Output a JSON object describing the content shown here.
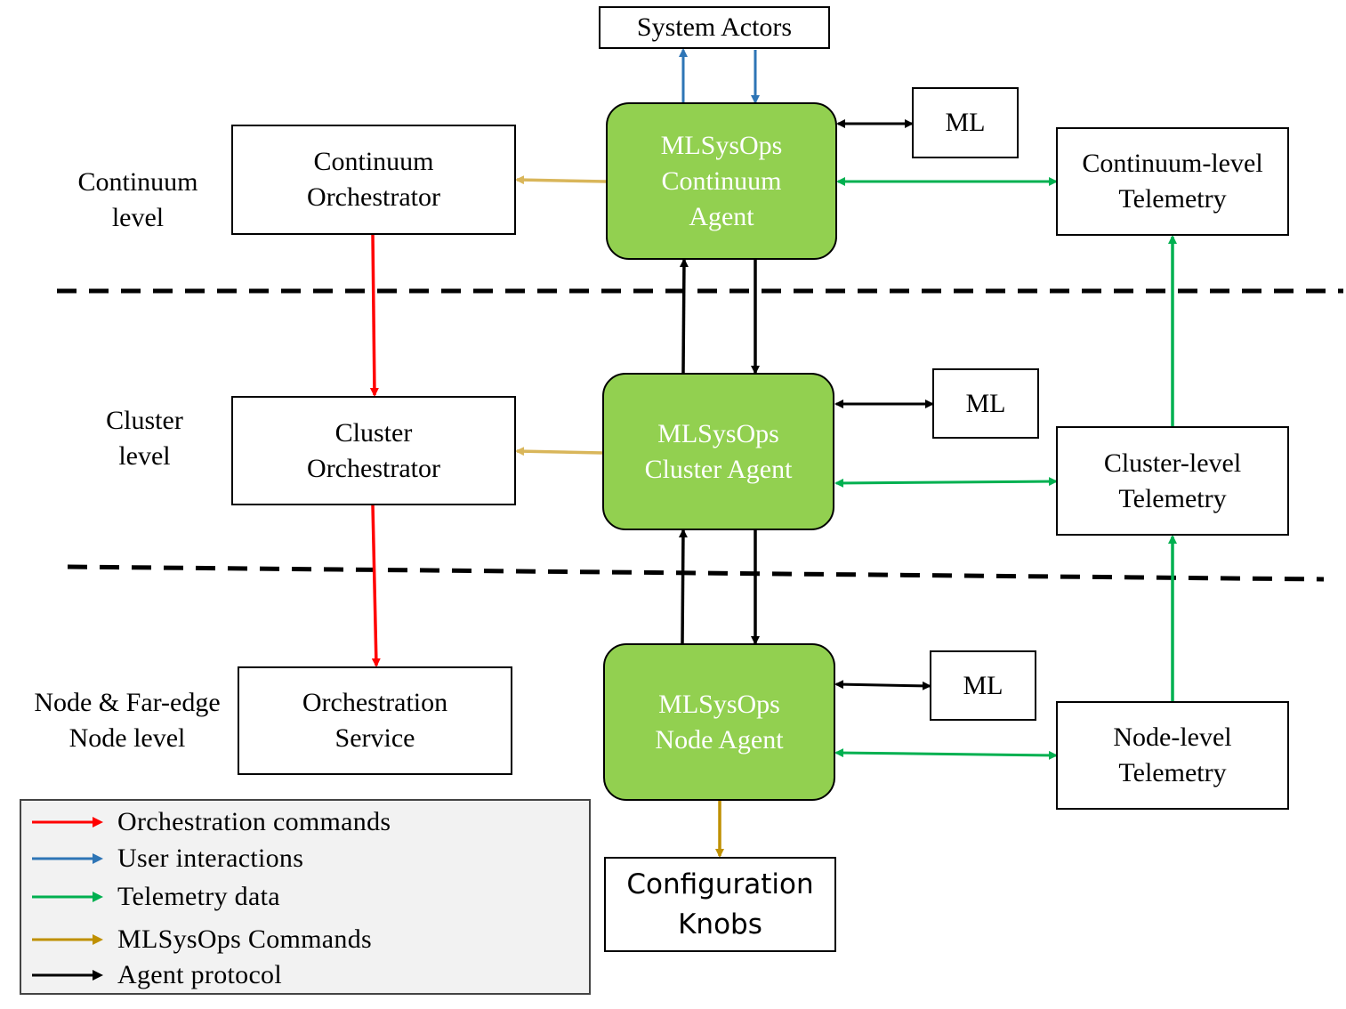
{
  "diagram": {
    "levels": {
      "continuum": "Continuum\nlevel",
      "cluster": "Cluster\nlevel",
      "node": "Node & Far-edge\nNode level"
    },
    "boxes": {
      "system_actors": "System Actors",
      "continuum_orchestrator": "Continuum\nOrchestrator",
      "cluster_orchestrator": "Cluster\nOrchestrator",
      "orchestration_service": "Orchestration\nService",
      "ml_continuum": "ML",
      "ml_cluster": "ML",
      "ml_node": "ML",
      "continuum_telemetry": "Continuum-level\nTelemetry",
      "cluster_telemetry": "Cluster-level\nTelemetry",
      "node_telemetry": "Node-level\nTelemetry",
      "configuration_knobs": "Configuration\nKnobs"
    },
    "agents": {
      "continuum": "MLSysOps\nContinuum\nAgent",
      "cluster": "MLSysOps\nCluster Agent",
      "node": "MLSysOps\nNode Agent"
    }
  },
  "legend": {
    "items": [
      {
        "label": "Orchestration  commands",
        "color": "#ff0000"
      },
      {
        "label": "User  interactions",
        "color": "#2e75b6"
      },
      {
        "label": "Telemetry  data",
        "color": "#00b050"
      },
      {
        "label": "MLSysOps  Commands",
        "color": "#bf9000"
      },
      {
        "label": "Agent  protocol",
        "color": "#000000"
      }
    ]
  },
  "colors": {
    "orchestration": "#ff0000",
    "user": "#2e75b6",
    "telemetry": "#00b050",
    "mlsysops_commands": "#bf9000",
    "mlsysops_commands_light": "#d9b65a",
    "agent_protocol": "#000000",
    "agent_fill": "#92d050"
  }
}
